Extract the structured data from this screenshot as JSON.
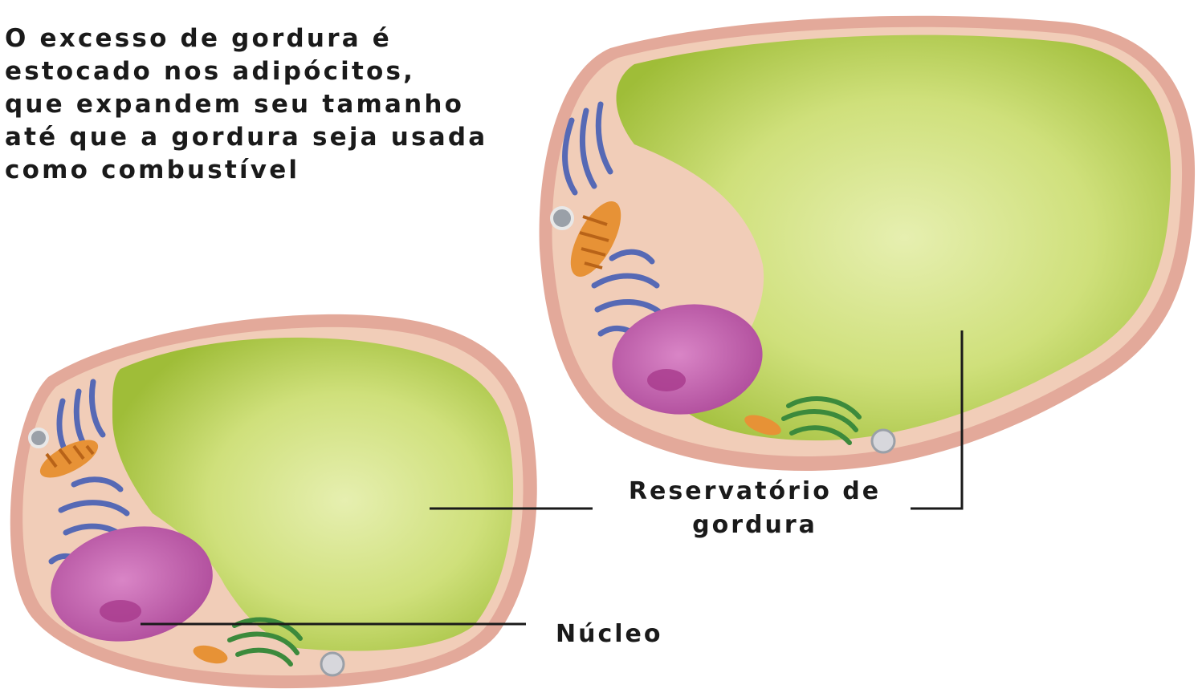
{
  "caption": {
    "lines": [
      "O excesso de gordura é",
      "estocado nos adipócitos,",
      "que expandem seu tamanho",
      "até que a gordura seja usada",
      "como combustível"
    ]
  },
  "labels": {
    "fat_reservoir": {
      "line1": "Reservatório de",
      "line2": "gordura"
    },
    "nucleus": "Núcleo"
  },
  "colors": {
    "membrane": "#e3a99a",
    "cytoplasm": "#f1cdb8",
    "fat_droplet": "#b9cf55",
    "fat_highlight": "#e6efb0",
    "nucleus": "#c35fab",
    "nucleolus": "#a83a8c",
    "er": "#5669b5",
    "golgi": "#3c8a3c",
    "mitochondria": "#e79236",
    "leader_line": "#1a1a1a"
  }
}
